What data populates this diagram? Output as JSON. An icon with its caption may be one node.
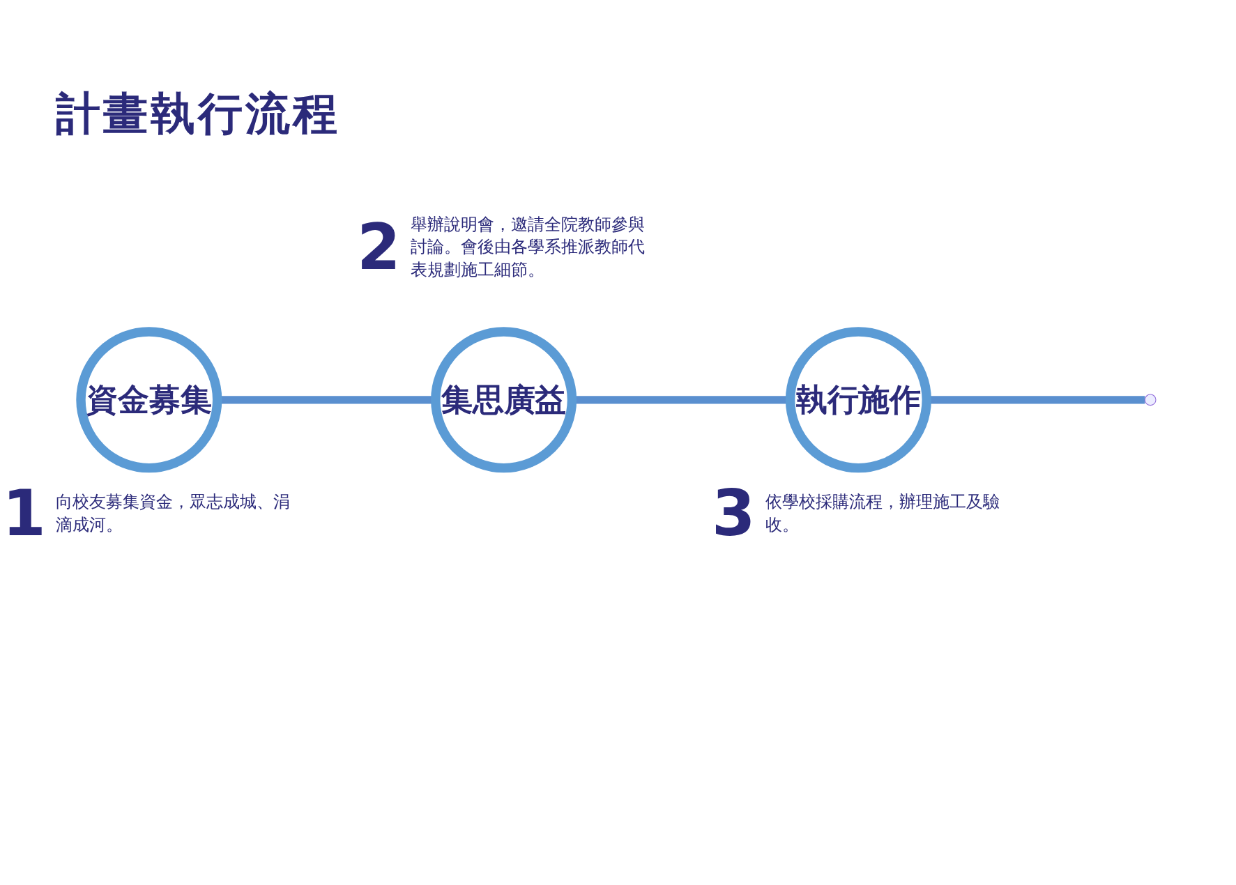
{
  "diagram": {
    "title": "計畫執行流程",
    "nodes": [
      {
        "text": [
          "資金募集"
        ],
        "beside": [
          "1",
          "向校友募集資金，眾志成城、涓滴成河。"
        ]
      },
      {
        "text": [
          "集思廣益"
        ],
        "beside": [
          "2",
          "舉辦說明會，邀請全院教師參與討論。會後由各學系推派教師代表規劃施工細節。"
        ]
      },
      {
        "text": [
          "執行施作"
        ],
        "beside": [
          "3",
          "依學校採購流程，辦理施工及驗收。"
        ]
      }
    ],
    "edges": [
      {
        "from": 0,
        "to": 1,
        "arrow": "none"
      },
      {
        "from": 1,
        "to": 2,
        "arrow": "none"
      },
      {
        "from": 2,
        "to": null,
        "arrow": "none"
      }
    ]
  }
}
